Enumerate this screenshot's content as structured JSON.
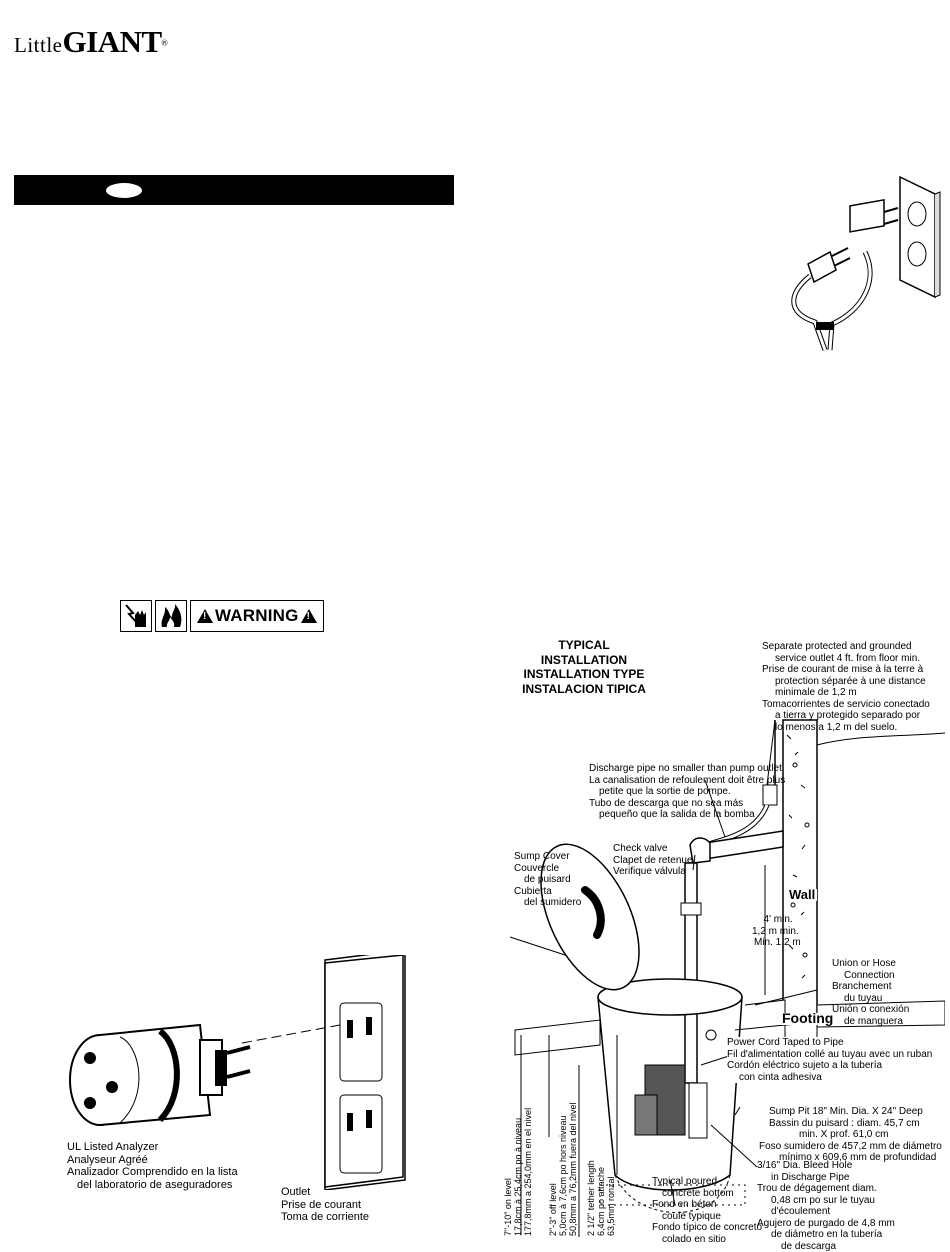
{
  "logo": {
    "prefix": "Little",
    "brand": "GIANT",
    "reg": "®"
  },
  "warning": {
    "label": "WARNING"
  },
  "analyzer": {
    "lines": [
      "UL Listed Analyzer",
      "Analyseur Agréé",
      "Analizador Comprendido en la lista",
      "del laboratorio de aseguradores"
    ]
  },
  "outlet": {
    "lines": [
      "Outlet",
      "Prise de courant",
      "Toma de corriente"
    ]
  },
  "installation": {
    "title": [
      "TYPICAL INSTALLATION",
      "INSTALLATION TYPE",
      "INSTALACION TIPICA"
    ],
    "service_outlet": [
      "Separate protected and grounded",
      "service outlet 4 ft. from floor min.",
      "Prise de courant de mise à la terre à",
      "protection séparée à une distance",
      "minimale de 1,2 m",
      "Tomacorrientes de servicio conectado",
      "a tierra y protegido separado por",
      "lo menos a 1,2 m  del suelo."
    ],
    "discharge": [
      "Discharge pipe no smaller than pump outlet",
      "La canalisation de refoulement doit être plus",
      "petite que la sortie de pompe.",
      "Tubo de descarga que no sea más",
      "pequeño que la salida de la bomba"
    ],
    "check_valve": [
      "Check valve",
      "Clapet de retenue",
      "Verifique válvula"
    ],
    "sump_cover": [
      "Sump Cover",
      "Couvercle",
      "de puisard",
      "Cubierta",
      "del sumidero"
    ],
    "wall": "Wall",
    "min_height": [
      "4' min.",
      "1,2 m  min.",
      "Min. 1,2 m"
    ],
    "union": [
      "Union or Hose",
      "Connection",
      "Branchement",
      "du tuyau",
      "Unión o conexión",
      "de manguera"
    ],
    "footing": "Footing",
    "power_cord": [
      "Power Cord Taped to Pipe",
      "Fil d'alimentation collé au tuyau avec un ruban",
      "Cordón eléctrico sujeto a la tubería",
      "con cinta adhesiva"
    ],
    "sump_pit": [
      "Sump Pit 18\" Min. Dia. X 24\" Deep",
      "Bassin du puisard : diam.  45,7 cm",
      "min. X prof. 61,0 cm",
      "Foso sumidero de 457,2 mm de diámetro",
      "mínimo x 609,6 mm de profundidad"
    ],
    "bleed_hole": [
      "3/16\" Dia. Bleed Hole",
      "in Discharge Pipe",
      "Trou de dégagement diam.",
      "0,48 cm po sur le tuyau",
      "d'écoulement",
      "Agujero de purgado de 4,8 mm",
      "de diámetro en la tubería",
      "de descarga"
    ],
    "concrete": [
      "Typical poured",
      "concrete bottom",
      "Fond en béton",
      "coulé typique",
      "Fondo típico de concreto",
      "colado en sitio"
    ],
    "on_level": [
      "7\"-10\" on level",
      "17,8cm à 25,4cm po à niveau",
      "177,8mm a 254,0mm en el nivel"
    ],
    "off_level": [
      "2\"-3\" off level",
      "5,0cm à 7,6cm po hors niveau",
      "50,8mm a 76,2mm fuera del nivel"
    ],
    "tether": [
      "2 1/2\" tether length",
      "6,4cm po attache",
      "63,5mm ronzal"
    ]
  }
}
